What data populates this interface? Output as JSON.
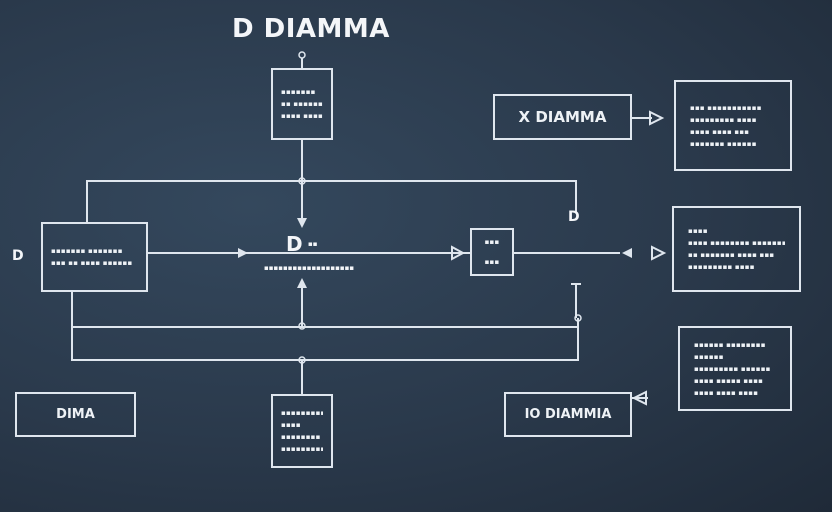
{
  "title": "D DIAMMA",
  "top_box": {
    "lines": [
      "▪▪▪▪▪▪▪",
      "▪▪ ▪▪▪▪▪▪",
      "▪▪▪▪ ▪▪▪▪▪"
    ]
  },
  "left_box": {
    "lines": [
      "▪▪▪▪▪▪▪ ▪▪▪▪▪▪▪",
      "▪▪▪ ▪▪ ▪▪▪▪ ▪▪▪▪▪▪"
    ]
  },
  "left_side_label": "D",
  "center_label": "D",
  "center_small_label": "▪▪",
  "center_caption": "▪▪▪▪▪▪▪▪▪▪▪▪▪▪▪▪▪▪▪",
  "small_box": {
    "lines": [
      "▪▪▪",
      "▪▪▪"
    ]
  },
  "right_top_header": "X DIAMMA",
  "right_d_label": "D",
  "right_box_1": {
    "lines": [
      "▪▪▪ ▪▪▪▪▪▪▪▪▪▪▪",
      "▪▪▪▪▪▪▪▪▪ ▪▪▪▪",
      "▪▪▪▪ ▪▪▪▪ ▪▪▪",
      "▪▪▪▪▪▪▪ ▪▪▪▪▪▪"
    ]
  },
  "right_box_2": {
    "lines": [
      "▪▪▪▪",
      "▪▪▪▪ ▪▪▪▪▪▪▪▪ ▪▪▪▪▪▪▪▪",
      "▪▪ ▪▪▪▪▪▪▪ ▪▪▪▪ ▪▪▪",
      "▪▪▪▪▪▪▪▪▪ ▪▪▪▪"
    ]
  },
  "right_box_3": {
    "lines": [
      "▪▪▪▪▪▪ ▪▪▪▪▪▪▪▪",
      "▪▪▪▪▪▪",
      "▪▪▪▪▪▪▪▪▪ ▪▪▪▪▪▪",
      "▪▪▪▪ ▪▪▪▪▪ ▪▪▪▪",
      "▪▪▪▪ ▪▪▪▪ ▪▪▪▪"
    ]
  },
  "bottom_left_box": "DIMA",
  "bottom_center_box": {
    "lines": [
      "▪▪▪▪▪▪▪▪▪▪",
      "▪▪▪▪",
      "▪▪▪▪▪▪▪▪",
      "▪▪▪▪▪▪▪▪▪"
    ]
  },
  "bottom_right_box": "IO DIAMMIA",
  "colors": {
    "line": "#dfe6ee",
    "background": "#2c3b4d"
  }
}
